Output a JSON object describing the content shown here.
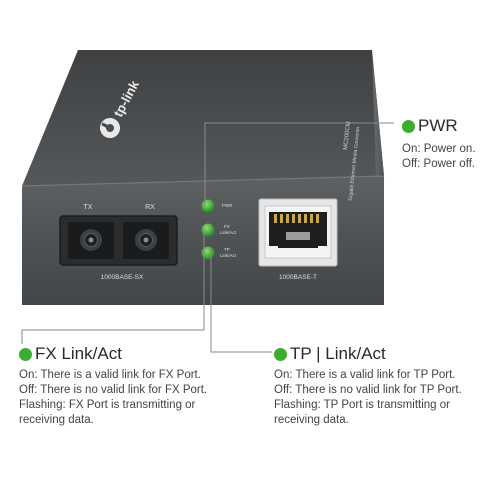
{
  "device": {
    "brand": "tp-link",
    "model": "MC200CM",
    "product_name": "Gigabit Ethernet Media Converter",
    "fx_port_label": "1000BASE-SX",
    "tp_port_label": "1000BASE-T",
    "tx_label": "TX",
    "rx_label": "RX",
    "led_pwr_label": "PWR",
    "led_fx_label_1": "FX",
    "led_fx_label_2": "Link/Act",
    "led_tp_label_1": "TP",
    "led_tp_label_2": "Link/Act",
    "body_color": "#4a4c4e",
    "led_color": "#3cad2e"
  },
  "callouts": {
    "pwr": {
      "title": "PWR",
      "lines": [
        "On: Power on.",
        "Off: Power off."
      ]
    },
    "fx": {
      "title": "FX Link/Act",
      "lines": [
        "On: There is a valid link for FX Port.",
        "Off: There is no valid link for FX Port.",
        "Flashing: FX Port is transmitting or",
        "receiving data."
      ]
    },
    "tp": {
      "title": "TP | Link/Act",
      "lines": [
        "On: There is a valid link for TP Port.",
        "Off: There is no valid link for TP Port.",
        "Flashing: TP Port is transmitting or",
        "receiving data."
      ]
    }
  },
  "accent_color": "#3cad2e"
}
